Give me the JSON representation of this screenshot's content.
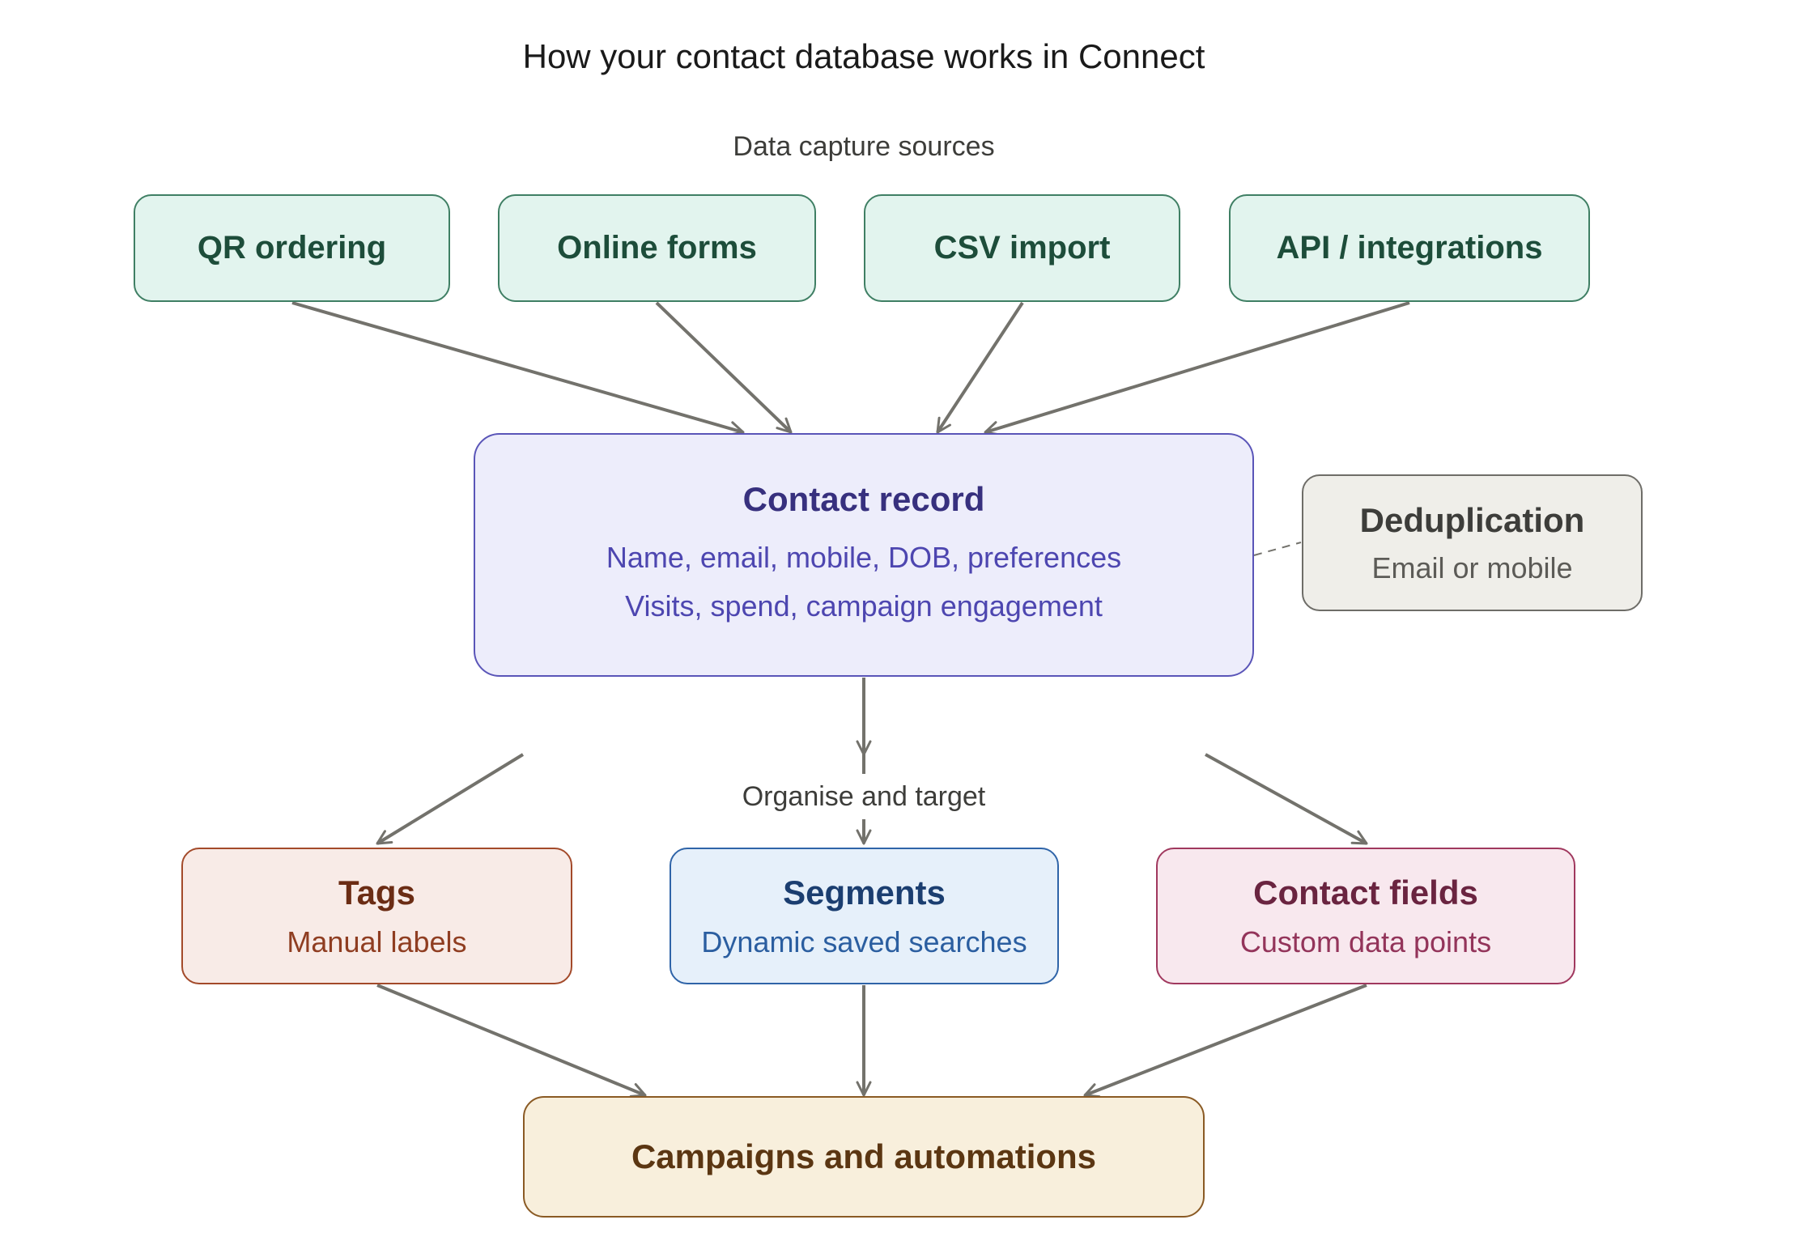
{
  "title": "How your contact database works in Connect",
  "sections": {
    "capture": "Data capture sources",
    "organise": "Organise and target"
  },
  "sources": [
    {
      "label": "QR ordering"
    },
    {
      "label": "Online forms"
    },
    {
      "label": "CSV import"
    },
    {
      "label": "API / integrations"
    }
  ],
  "contact_record": {
    "title": "Contact record",
    "line1": "Name, email, mobile, DOB, preferences",
    "line2": "Visits, spend, campaign engagement"
  },
  "deduplication": {
    "title": "Deduplication",
    "subtitle": "Email or mobile"
  },
  "organise": [
    {
      "title": "Tags",
      "subtitle": "Manual labels"
    },
    {
      "title": "Segments",
      "subtitle": "Dynamic saved searches"
    },
    {
      "title": "Contact fields",
      "subtitle": "Custom data points"
    }
  ],
  "outcome": {
    "label": "Campaigns and automations"
  },
  "edges": [
    {
      "from": "QR ordering",
      "to": "Contact record",
      "style": "arrow"
    },
    {
      "from": "Online forms",
      "to": "Contact record",
      "style": "arrow"
    },
    {
      "from": "CSV import",
      "to": "Contact record",
      "style": "arrow"
    },
    {
      "from": "API / integrations",
      "to": "Contact record",
      "style": "arrow"
    },
    {
      "from": "Contact record",
      "to": "Deduplication",
      "style": "dashed"
    },
    {
      "from": "Contact record",
      "to": "Organise and target",
      "style": "arrow"
    },
    {
      "from": "Organise and target",
      "to": "Tags",
      "style": "arrow"
    },
    {
      "from": "Organise and target",
      "to": "Segments",
      "style": "arrow"
    },
    {
      "from": "Organise and target",
      "to": "Contact fields",
      "style": "arrow"
    },
    {
      "from": "Tags",
      "to": "Campaigns and automations",
      "style": "arrow"
    },
    {
      "from": "Segments",
      "to": "Campaigns and automations",
      "style": "arrow"
    },
    {
      "from": "Contact fields",
      "to": "Campaigns and automations",
      "style": "arrow"
    }
  ],
  "colors": {
    "edge": "#73726c",
    "source_fill": "#e2f4ee",
    "contact_fill": "#ededfb",
    "dedup_fill": "#efeee9",
    "tags_fill": "#f8ebe7",
    "segments_fill": "#e6f0fa",
    "fields_fill": "#f8e8ee",
    "campaign_fill": "#f8efdc"
  }
}
